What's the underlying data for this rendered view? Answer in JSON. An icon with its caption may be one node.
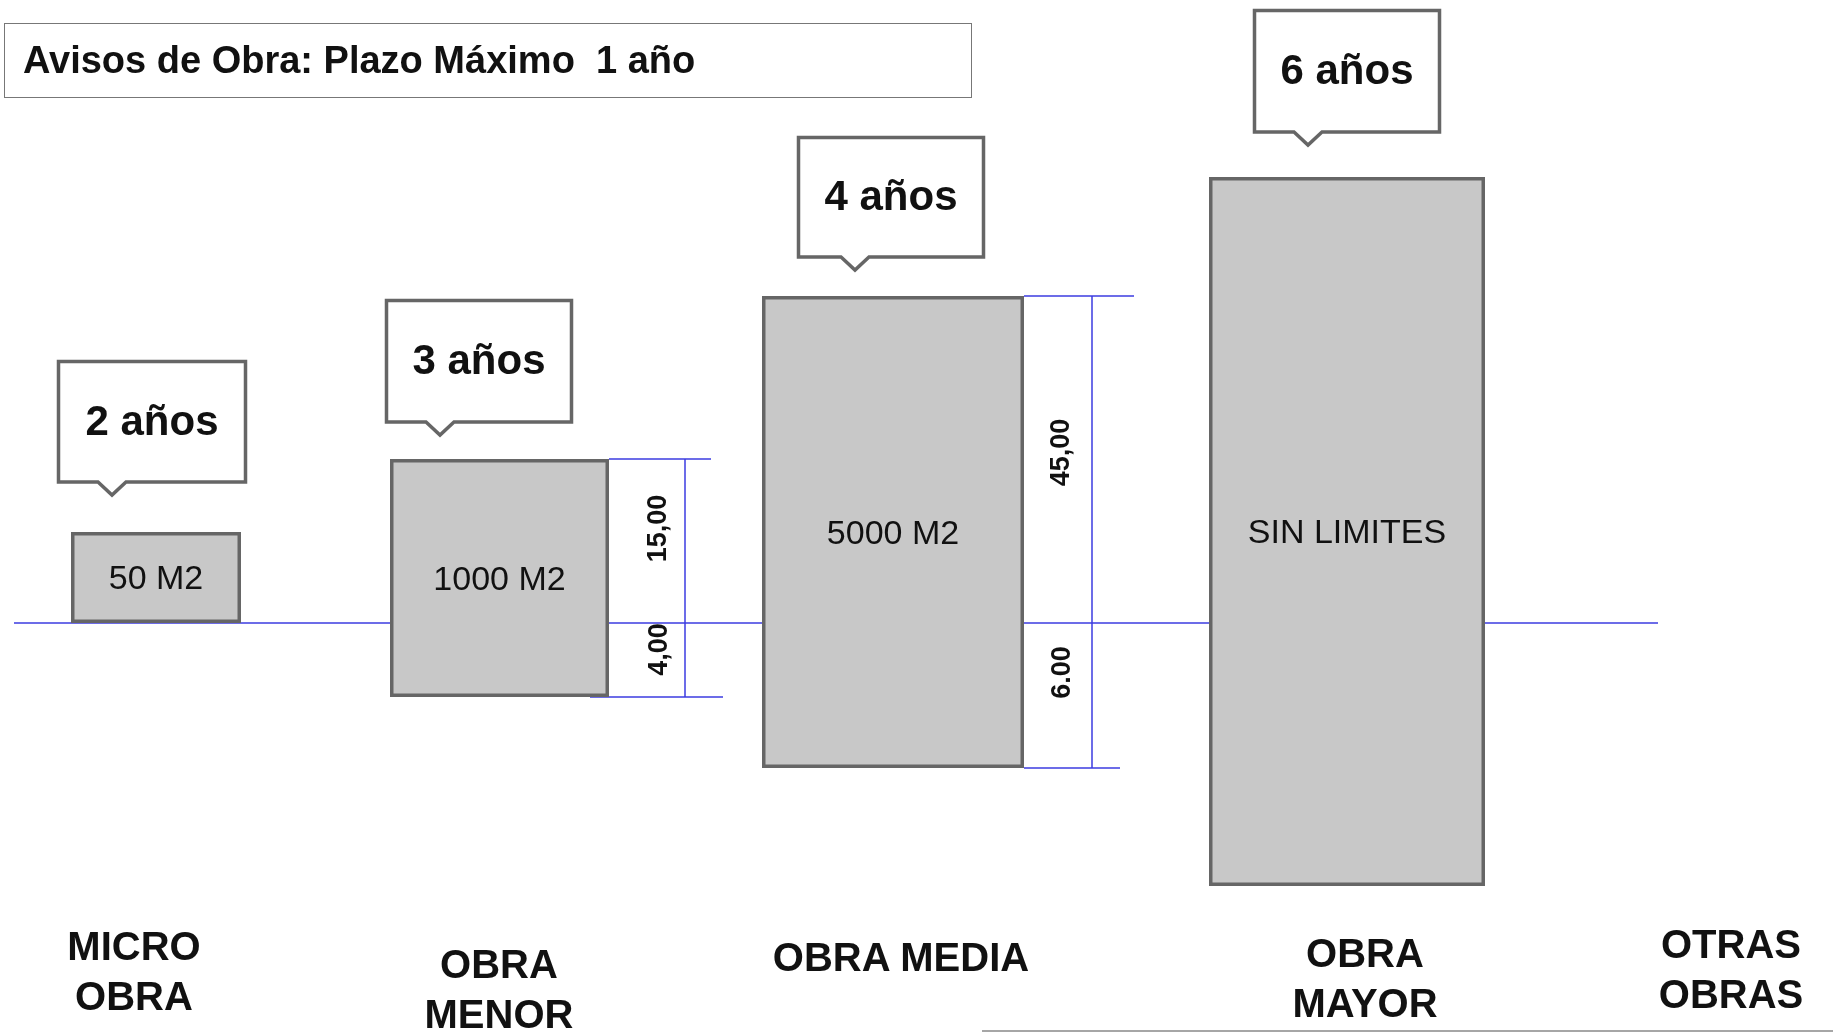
{
  "diagram": {
    "title": "Avisos de Obra: Plazo Máximo  1 año",
    "nodes": [
      {
        "text": [
          "2 años"
        ]
      },
      {
        "text": [
          "50 M2"
        ]
      },
      {
        "text": [
          "3 años"
        ]
      },
      {
        "text": [
          "1000 M2"
        ]
      },
      {
        "text": [
          "4 años"
        ]
      },
      {
        "text": [
          "5000 M2"
        ]
      },
      {
        "text": [
          "6 años"
        ]
      },
      {
        "text": [
          "SIN LIMITES"
        ]
      }
    ],
    "edges": [],
    "labels": [
      "15,00",
      "4,00",
      "45,00",
      "6.00",
      "MICRO OBRA",
      "OBRA MENOR",
      "OBRA MEDIA",
      "OBRA MAYOR",
      "OTRAS OBRAS"
    ]
  }
}
